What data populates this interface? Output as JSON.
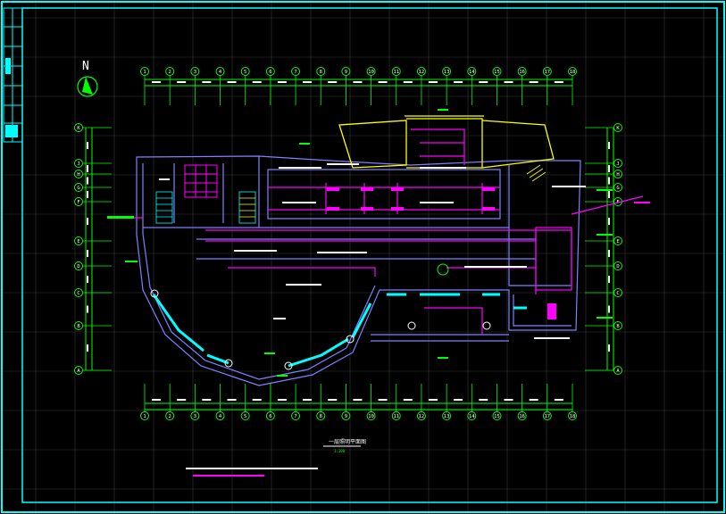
{
  "north_label": "N",
  "top_axes": [
    "1",
    "2",
    "3",
    "4",
    "5",
    "6",
    "7",
    "8",
    "9",
    "10",
    "11",
    "12",
    "13",
    "14",
    "15",
    "16",
    "17",
    "18"
  ],
  "bottom_axes": [
    "1",
    "2",
    "3",
    "4",
    "5",
    "6",
    "7",
    "8",
    "9",
    "10",
    "11",
    "12",
    "13",
    "14",
    "15",
    "16",
    "17",
    "18"
  ],
  "left_axes": [
    "K",
    "J",
    "H",
    "G",
    "F",
    "E",
    "D",
    "C",
    "B",
    "A"
  ],
  "right_axes": [
    "K",
    "J",
    "H",
    "G",
    "F",
    "E",
    "D",
    "C",
    "B",
    "A"
  ],
  "drawing_title": "一层照明平面图",
  "scale": "1:100",
  "colors": {
    "frame": "#00ffff",
    "grid": "#3a3a3a",
    "dim": "#00ff00",
    "wall": "#8080ff",
    "wire": "#ff00ff",
    "text": "#ffffff",
    "canopy": "#ffff00"
  }
}
